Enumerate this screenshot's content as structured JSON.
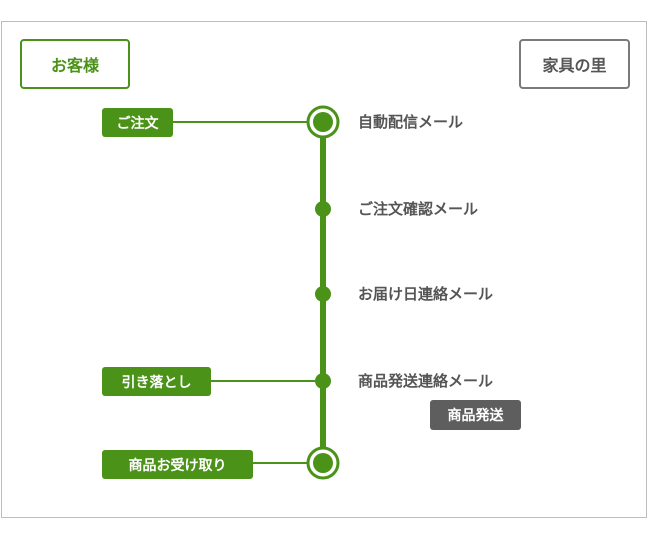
{
  "actors": {
    "customer": "お客様",
    "shop": "家具の里"
  },
  "events": [
    "ご注文",
    "引き落とし",
    "商品お受け取り"
  ],
  "emails": [
    "自動配信メール",
    "ご注文確認メール",
    "お届け日連絡メール",
    "商品発送連絡メール"
  ],
  "shipping_tag": "商品発送",
  "colors": {
    "accent": "#4b9219",
    "shop_border": "#7a7a7a",
    "shipping_tag": "#5e5e5e"
  }
}
